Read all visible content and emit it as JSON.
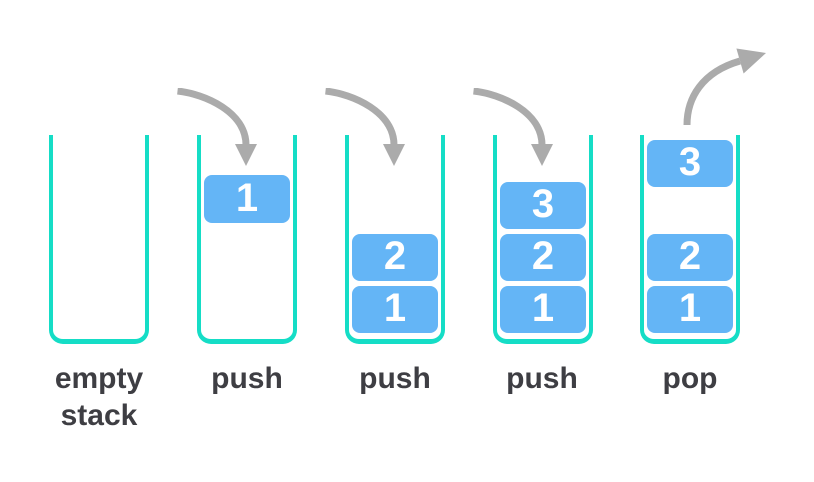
{
  "colors": {
    "bg": "#ffffff",
    "stack-border": "#15ddc6",
    "box-fill": "#64b5f6",
    "box-text": "#ffffff",
    "label-text": "#3e3e43",
    "arrow": "#ababab"
  },
  "diagram": {
    "description": "Stack (LIFO) push and pop operations",
    "stages": [
      {
        "label": "empty stack",
        "operation": "none",
        "items": []
      },
      {
        "label": "push",
        "operation": "push",
        "items": [
          {
            "value": "1"
          }
        ]
      },
      {
        "label": "push",
        "operation": "push",
        "items": [
          {
            "value": "2"
          },
          {
            "value": "1"
          }
        ]
      },
      {
        "label": "push",
        "operation": "push",
        "items": [
          {
            "value": "3"
          },
          {
            "value": "2"
          },
          {
            "value": "1"
          }
        ]
      },
      {
        "label": "pop",
        "operation": "pop",
        "items": [
          {
            "value": "3"
          },
          {
            "value": "2"
          },
          {
            "value": "1"
          }
        ]
      }
    ]
  }
}
